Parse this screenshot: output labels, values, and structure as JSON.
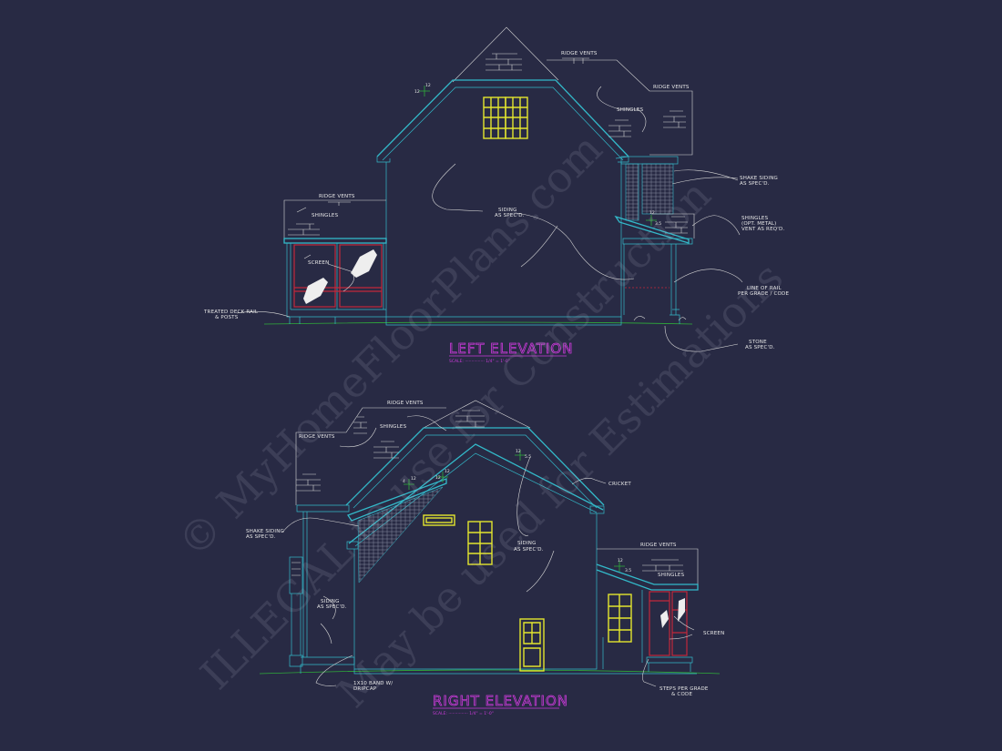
{
  "colors": {
    "background": "#282a44",
    "walls_roof": "#33b9c9",
    "windows_doors": "#e3e52e",
    "screen_frames": "#c2283a",
    "grade_pitch": "#2fae3a",
    "titles": "#c93ad8",
    "annotations": "#e6e6e6"
  },
  "watermark": {
    "line1": "© MyHomeFloorPlans.com",
    "line2": "ILLEGAL to use for Construction",
    "line3": "May be used for Estimations"
  },
  "left_elevation": {
    "title": "LEFT ELEVATION",
    "scale": "SCALE: ··············· 1/4\" = 1'-0\"",
    "pitch_main": [
      "12",
      "12"
    ],
    "pitch_porch": [
      "12",
      "3.5"
    ],
    "labels": {
      "ridge_vents_top": "RIDGE VENTS",
      "ridge_vents_right": "RIDGE VENTS",
      "shingles_top": "SHINGLES",
      "ridge_vents_porch": "RIDGE VENTS",
      "shingles_porch": "SHINGLES",
      "screen": "SCREEN",
      "treated_deck_rail_1": "TREATED DECK RAIL",
      "treated_deck_rail_2": "& POSTS",
      "siding_1": "SIDING",
      "siding_2": "AS SPEC'D.",
      "shake_siding_1": "SHAKE SIDING",
      "shake_siding_2": "AS SPEC'D.",
      "shingles_opt_1": "SHINGLES",
      "shingles_opt_2": "(OPT. METAL)",
      "shingles_opt_3": "VENT AS REQ'D.",
      "line_of_rail_1": "LINE OF RAIL",
      "line_of_rail_2": "PER GRADE / CODE",
      "stone_1": "STONE",
      "stone_2": "AS SPEC'D."
    }
  },
  "right_elevation": {
    "title": "RIGHT ELEVATION",
    "scale": "SCALE: ··············· 1/4\" = 1'-0\"",
    "pitch_left": [
      "12",
      "4"
    ],
    "pitch_mid": [
      "12",
      "12"
    ],
    "pitch_right": [
      "12",
      "5.5"
    ],
    "pitch_porch": [
      "12",
      "3.5"
    ],
    "labels": {
      "ridge_vents_top": "RIDGE VENTS",
      "ridge_vents_left": "RIDGE VENTS",
      "shingles_top": "SHINGLES",
      "cricket": "CRICKET",
      "shake_siding_1": "SHAKE SIDING",
      "shake_siding_2": "AS SPEC'D.",
      "siding_left_1": "SIDING",
      "siding_left_2": "AS SPEC'D.",
      "siding_main_1": "SIDING",
      "siding_main_2": "AS SPEC'D.",
      "ridge_vents_porch": "RIDGE VENTS",
      "shingles_porch": "SHINGLES",
      "screen": "SCREEN",
      "band_1": "1X10 BAND W/",
      "band_2": "DRIPCAP",
      "steps_1": "STEPS PER GRADE",
      "steps_2": "& CODE"
    }
  }
}
